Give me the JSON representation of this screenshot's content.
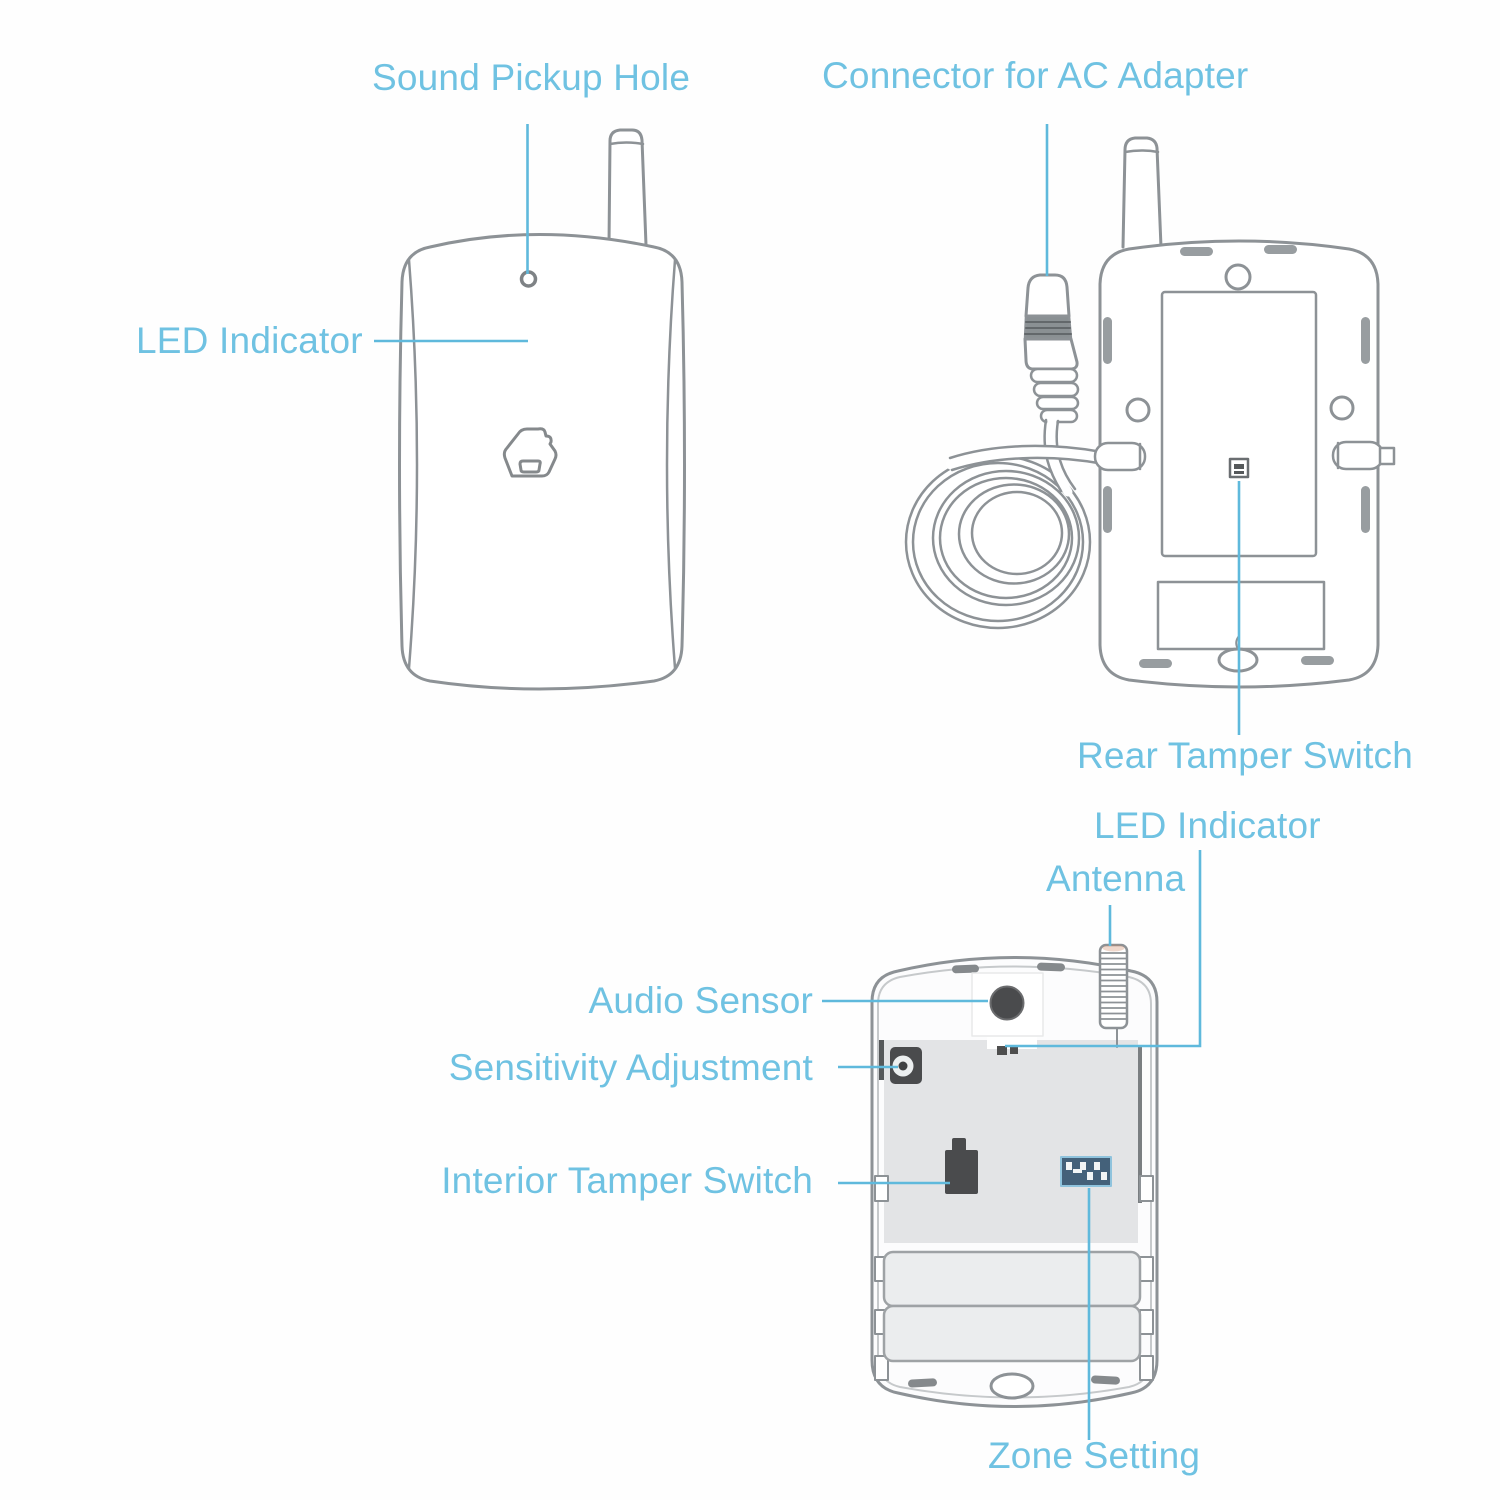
{
  "palette": {
    "label_color": "#6fc2e2",
    "leader_line_color": "#5fb9dc",
    "outline_color": "#8d9296",
    "dark_component_color": "#4a4b4d",
    "pcb_color": "#e3e4e6",
    "dip_switch_color": "#44617a"
  },
  "views": {
    "front": {
      "labels": {
        "sound_pickup_hole": "Sound Pickup Hole",
        "led_indicator": "LED Indicator"
      }
    },
    "back": {
      "labels": {
        "connector_ac_adapter": "Connector for AC Adapter",
        "rear_tamper_switch": "Rear Tamper Switch"
      }
    },
    "interior": {
      "labels": {
        "led_indicator": "LED Indicator",
        "antenna": "Antenna",
        "audio_sensor": "Audio Sensor",
        "sensitivity_adjustment": "Sensitivity Adjustment",
        "interior_tamper_switch": "Interior Tamper Switch",
        "zone_setting": "Zone Setting"
      }
    }
  }
}
